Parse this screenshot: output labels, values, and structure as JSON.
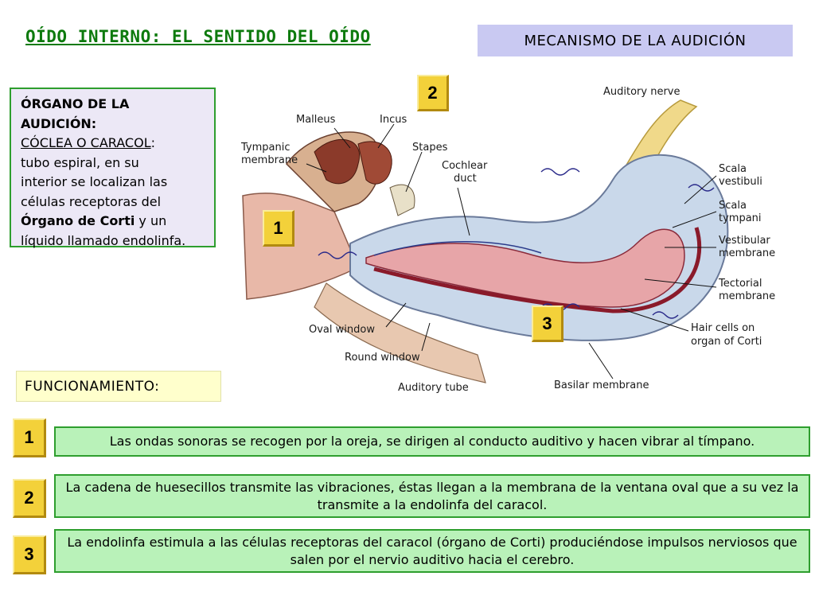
{
  "title": "OÍDO INTERNO: EL SENTIDO DEL OÍDO",
  "mechanism_label": "MECANISMO DE LA AUDICIÓN",
  "organ_box": {
    "heading_line1": "ÓRGANO DE LA",
    "heading_line2": "AUDICIÓN:",
    "cochlea": "CÓCLEA O CARACOL",
    "colon": ":",
    "line_a": "tubo espiral, en su",
    "line_b": "interior se localizan las",
    "line_c": "células receptoras del",
    "corti": "Órgano de Corti",
    "line_d": " y un",
    "line_e": "líquido llamado  endolinfa."
  },
  "diagram_labels": {
    "auditory_nerve": "Auditory nerve",
    "malleus": "Malleus",
    "incus": "Incus",
    "stapes": "Stapes",
    "tympanic_1": "Tympanic",
    "tympanic_2": "membrane",
    "cochlear_1": "Cochlear",
    "cochlear_2": "duct",
    "scala_vest_1": "Scala",
    "scala_vest_2": "vestibuli",
    "scala_tymp_1": "Scala",
    "scala_tymp_2": "tympani",
    "vestibular_1": "Vestibular",
    "vestibular_2": "membrane",
    "tectorial_1": "Tectorial",
    "tectorial_2": "membrane",
    "oval_window": "Oval window",
    "round_window": "Round window",
    "hair_cells_1": "Hair cells on",
    "hair_cells_2": "organ of Corti",
    "basilar": "Basilar membrane",
    "auditory_tube": "Auditory tube"
  },
  "diagram_badges": [
    "1",
    "2",
    "3"
  ],
  "funcionamiento_label": "FUNCIONAMIENTO:",
  "steps": [
    {
      "number": "1",
      "text": "Las ondas sonoras se recogen por la oreja, se dirigen al conducto auditivo y hacen vibrar al tímpano."
    },
    {
      "number": "2",
      "text": "La cadena de huesecillos transmite las vibraciones, éstas llegan a la membrana de la ventana oval que a su vez la transmite a la endolinfa del caracol."
    },
    {
      "number": "3",
      "text": "La endolinfa estimula a las células receptoras del caracol (órgano de Corti) produciéndose impulsos nerviosos que salen por el nervio auditivo hacia el cerebro."
    }
  ],
  "colors": {
    "title_green": "#0d7a0d",
    "step_fill": "#b9f2b9",
    "step_border": "#2e9e2e",
    "badge_gold": "#f3d13a",
    "mechanism_fill": "#c9c9f2",
    "organ_fill": "#ece8f6"
  }
}
